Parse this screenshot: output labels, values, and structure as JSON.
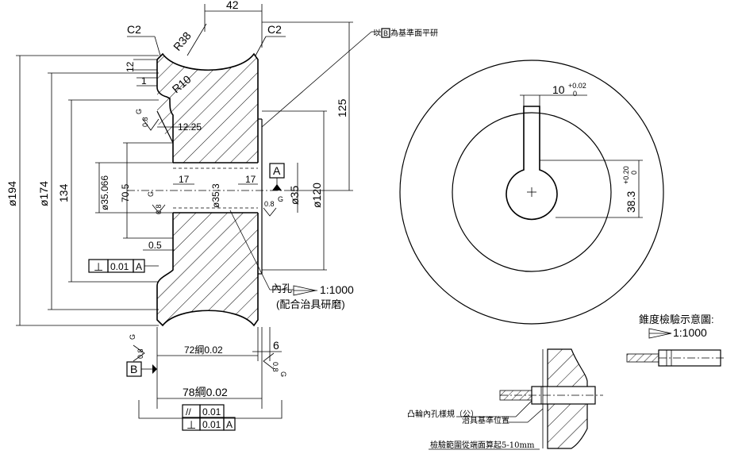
{
  "drawing": {
    "front_view": {
      "chamfer_left": "C2",
      "chamfer_right": "C2",
      "width_top": "42",
      "radius_outer": "R38",
      "radius_small": "R10",
      "dim_12": "12",
      "dim_1": "1",
      "dim_12_25": "12.25",
      "dim_125": "125",
      "dia_194": "ø194",
      "dia_174": "ø174",
      "dim_134": "134",
      "dia_35_066": "ø35.066",
      "dim_70_5": "70.5",
      "dim_17_left": "17",
      "dim_17_right": "17",
      "dia_35_3": "ø35.3",
      "dia_35": "ø35",
      "dia_120": "ø120",
      "dim_0_5": "0.5",
      "datum_a": "A",
      "datum_b": "B",
      "roughness_value": "0.8",
      "roughness_grade": "G",
      "note_datum_grind": "以B為基準面平研",
      "note_datum_letter": "B",
      "note_bore": "內孔",
      "note_taper": "1:1000",
      "note_fixture": "(配合治具研磨)",
      "dim_72": "72綱0.02",
      "dim_78": "78綱0.02",
      "dim_6": "6",
      "tol_perp_left_symbol": "⊥",
      "tol_perp_left_value": "0.01",
      "tol_perp_left_datum": "A",
      "tol_parallel_symbol": "//",
      "tol_parallel_value": "0.01",
      "tol_perp_bottom_symbol": "⊥",
      "tol_perp_bottom_value": "0.01",
      "tol_perp_bottom_datum": "A"
    },
    "side_view": {
      "keyway_width": "10",
      "keyway_width_tol_upper": "+0.02",
      "keyway_width_tol_lower": "0",
      "keyway_depth": "38.3",
      "keyway_depth_tol_upper": "+0.20",
      "keyway_depth_tol_lower": "0"
    },
    "taper_check": {
      "title": "錐度檢驗示意圖:",
      "ratio": "1:1000",
      "label_gauge": "凸輪內孔樣規（公）",
      "label_fixture": "治具基準位置",
      "label_range": "檢驗範圍從端面算起5-10mm"
    }
  }
}
